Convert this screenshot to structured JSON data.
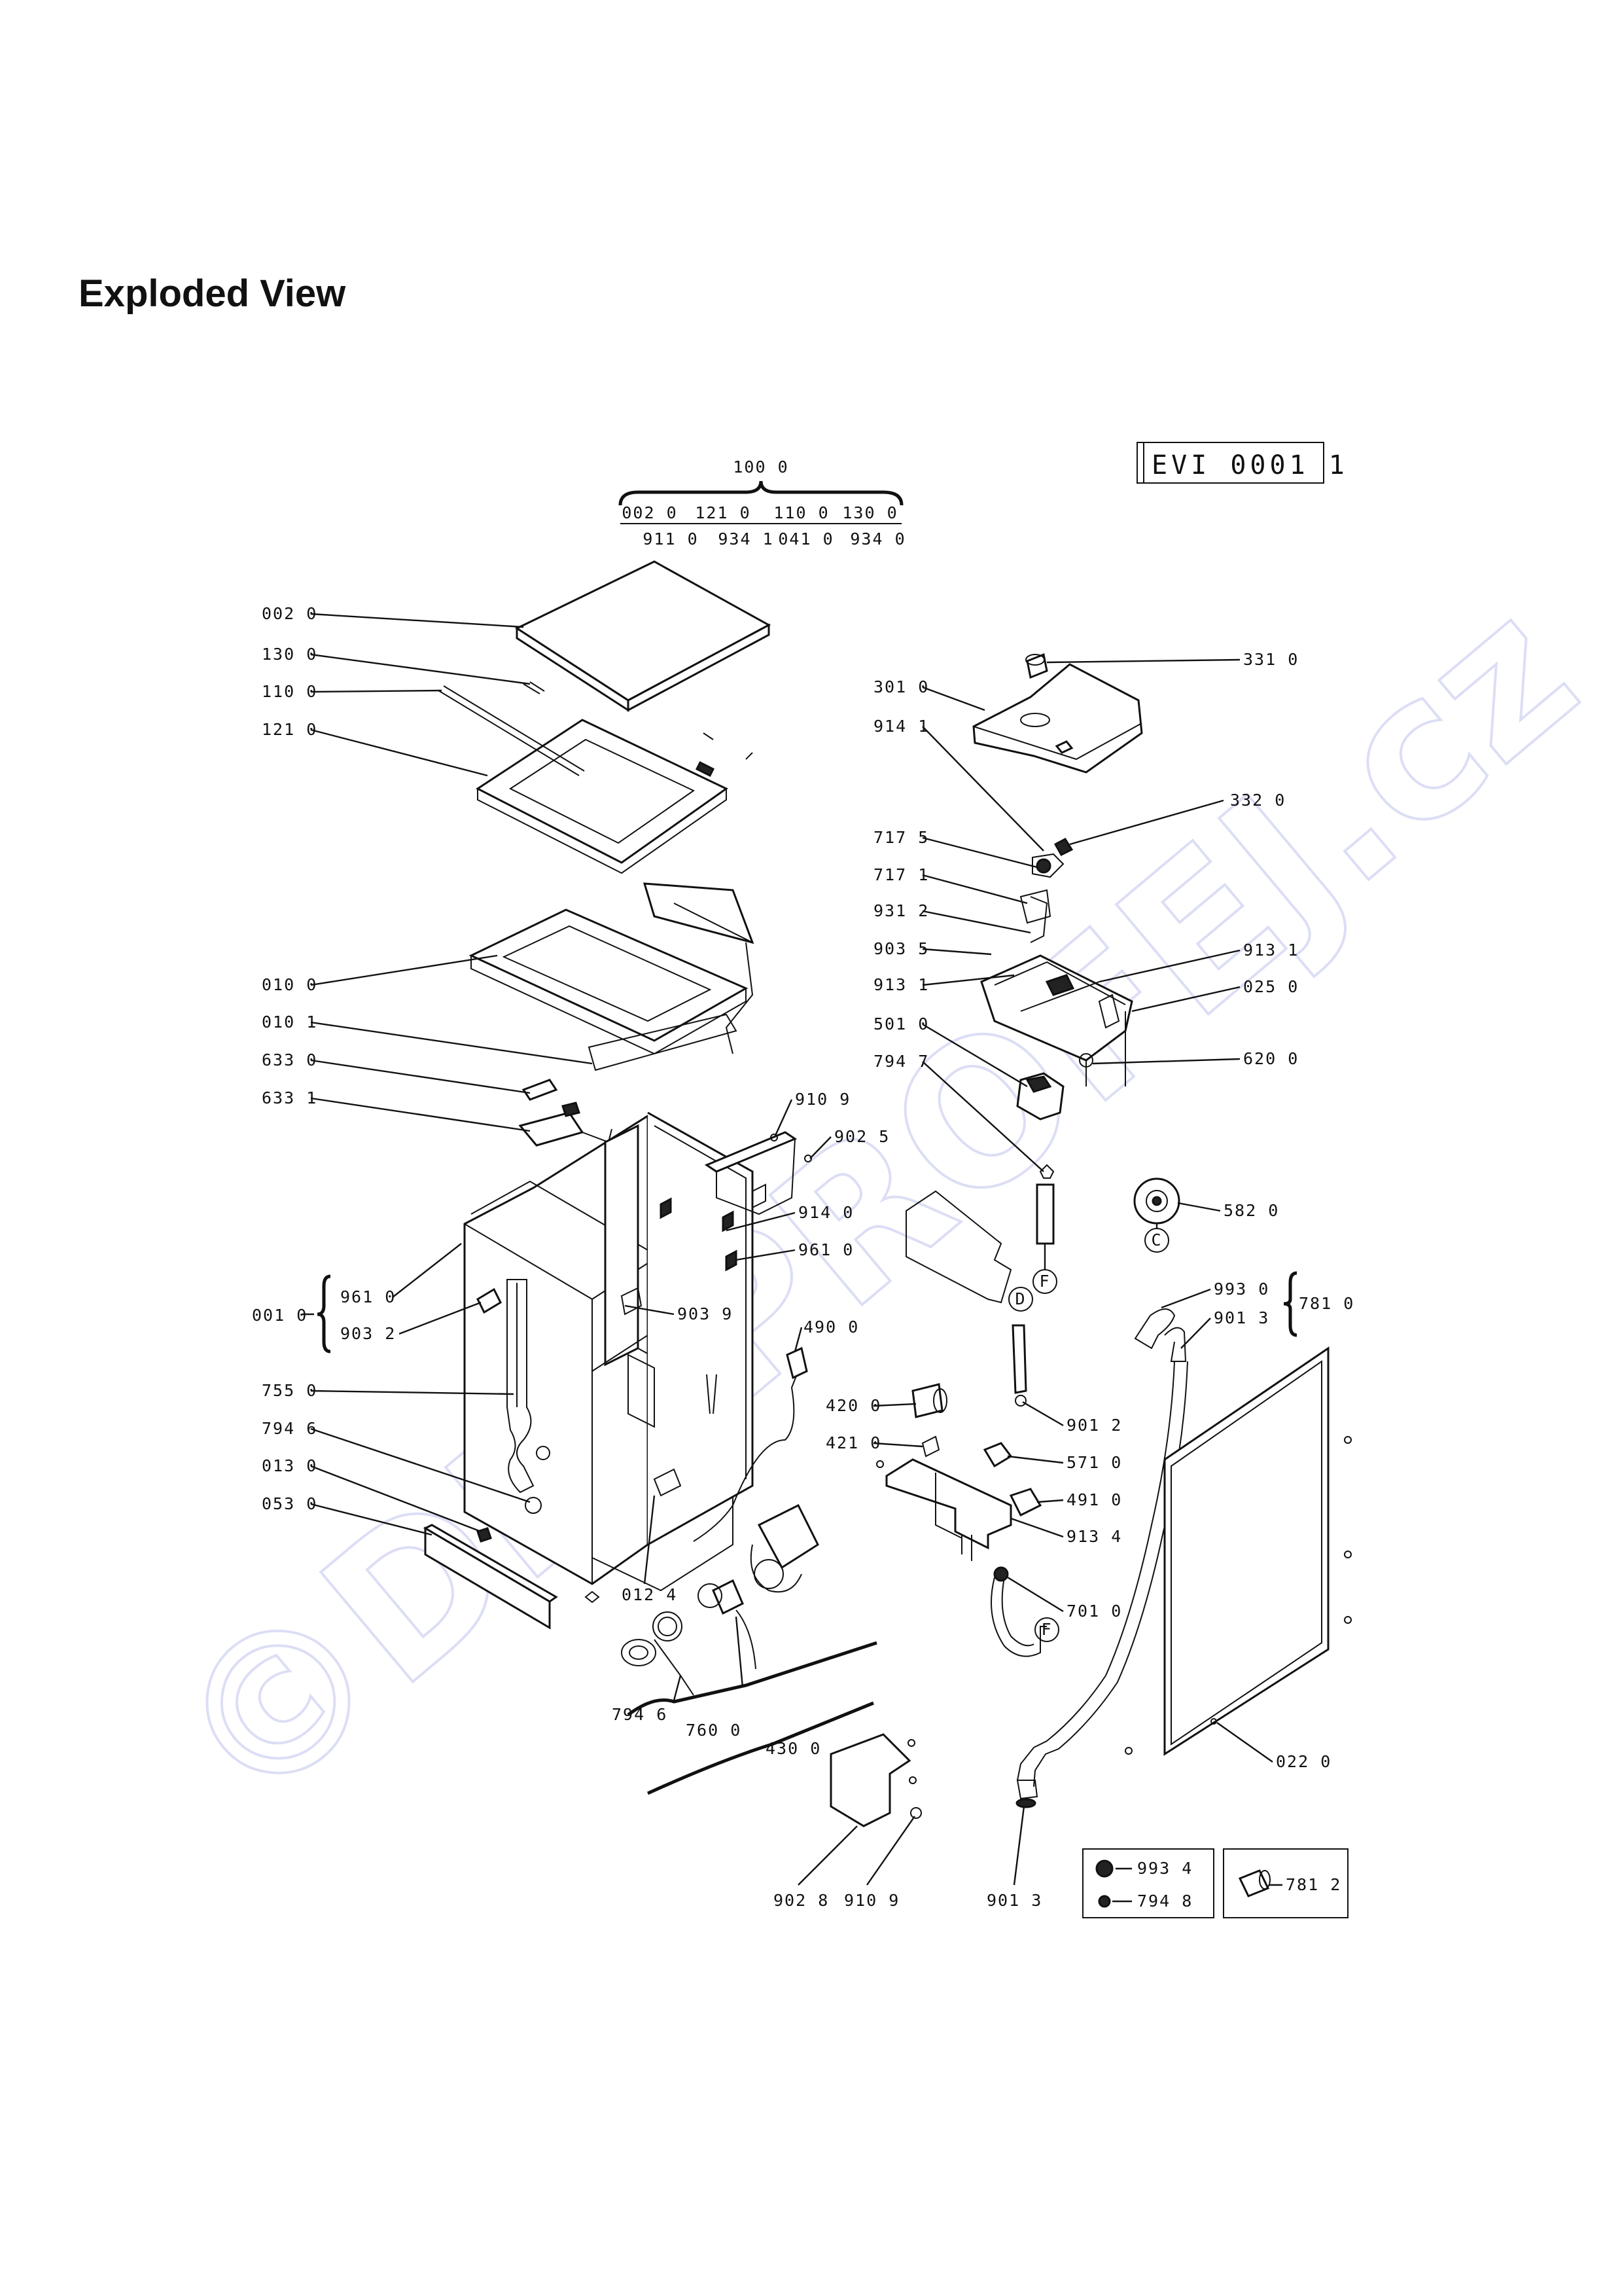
{
  "heading": "Exploded View",
  "drawing_code": "EVI 0001 1",
  "watermark": "©DIL-PROFEJ.cz",
  "group_brace": {
    "title": "100 0",
    "row1": [
      "002 0",
      "121 0",
      "110 0",
      "130 0"
    ],
    "row2": [
      "911 0",
      "934 1",
      "041 0",
      "934 0"
    ]
  },
  "labels": {
    "l0020": "002 0",
    "l1300": "130 0",
    "l1100": "110 0",
    "l1210": "121 0",
    "l0100": "010 0",
    "l0101": "010 1",
    "l6330": "633 0",
    "l6331": "633 1",
    "l0010": "001 0",
    "l9610a": "961 0",
    "l9032": "903 2",
    "l7550": "755 0",
    "l7946": "794 6",
    "l0130": "013 0",
    "l0530": "053 0",
    "l0124": "012 4",
    "l7946b": "794 6",
    "l7600": "760 0",
    "l4300": "430 0",
    "l9109a": "910 9",
    "l9025": "902 5",
    "l9140": "914 0",
    "l9610b": "961 0",
    "l9039": "903 9",
    "l4900": "490 0",
    "l3310": "331 0",
    "l3010": "301 0",
    "l9141": "914 1",
    "l3320": "332 0",
    "l7175": "717 5",
    "l7171": "717 1",
    "l9312": "931 2",
    "l9035": "903 5",
    "l9131a": "913 1",
    "l9131b": "913 1",
    "l0250": "025 0",
    "l5010": "501 0",
    "l6200": "620 0",
    "l7947": "794 7",
    "l5820": "582 0",
    "l9930": "993 0",
    "l9013a": "901 3",
    "l7810": "781 0",
    "l4200": "420 0",
    "l4210": "421 0",
    "l9012": "901 2",
    "l5710": "571 0",
    "l4910": "491 0",
    "l9134": "913 4",
    "l7010": "701 0",
    "l0220": "022 0",
    "l9028": "902 8",
    "l9109b": "910 9",
    "l9013b": "901 3",
    "l9934": "993 4",
    "l7948": "794 8",
    "l7812": "781 2"
  },
  "markers": {
    "c": "C",
    "d": "D",
    "f1": "F",
    "f2": "F"
  }
}
